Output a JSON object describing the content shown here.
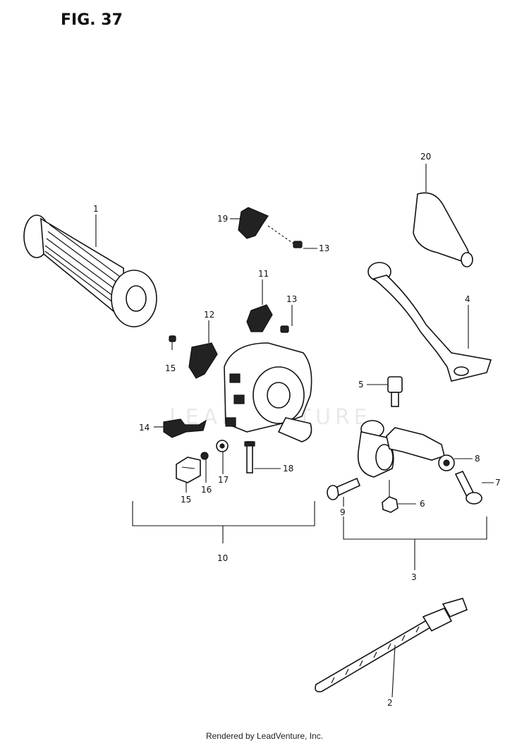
{
  "figure": {
    "title": "FIG. 37",
    "watermark": "LEADVENTURE",
    "footer": "Rendered by LeadVenture, Inc."
  },
  "callouts": [
    {
      "id": "c1",
      "label": "1"
    },
    {
      "id": "c2",
      "label": "2"
    },
    {
      "id": "c3",
      "label": "3"
    },
    {
      "id": "c4",
      "label": "4"
    },
    {
      "id": "c5",
      "label": "5"
    },
    {
      "id": "c6",
      "label": "6"
    },
    {
      "id": "c7",
      "label": "7"
    },
    {
      "id": "c8",
      "label": "8"
    },
    {
      "id": "c9",
      "label": "9"
    },
    {
      "id": "c10",
      "label": "10"
    },
    {
      "id": "c11",
      "label": "11"
    },
    {
      "id": "c12",
      "label": "12"
    },
    {
      "id": "c13a",
      "label": "13"
    },
    {
      "id": "c13b",
      "label": "13"
    },
    {
      "id": "c14",
      "label": "14"
    },
    {
      "id": "c15a",
      "label": "15"
    },
    {
      "id": "c15b",
      "label": "15"
    },
    {
      "id": "c16",
      "label": "16"
    },
    {
      "id": "c17",
      "label": "17"
    },
    {
      "id": "c18",
      "label": "18"
    },
    {
      "id": "c19",
      "label": "19"
    },
    {
      "id": "c20",
      "label": "20"
    }
  ]
}
